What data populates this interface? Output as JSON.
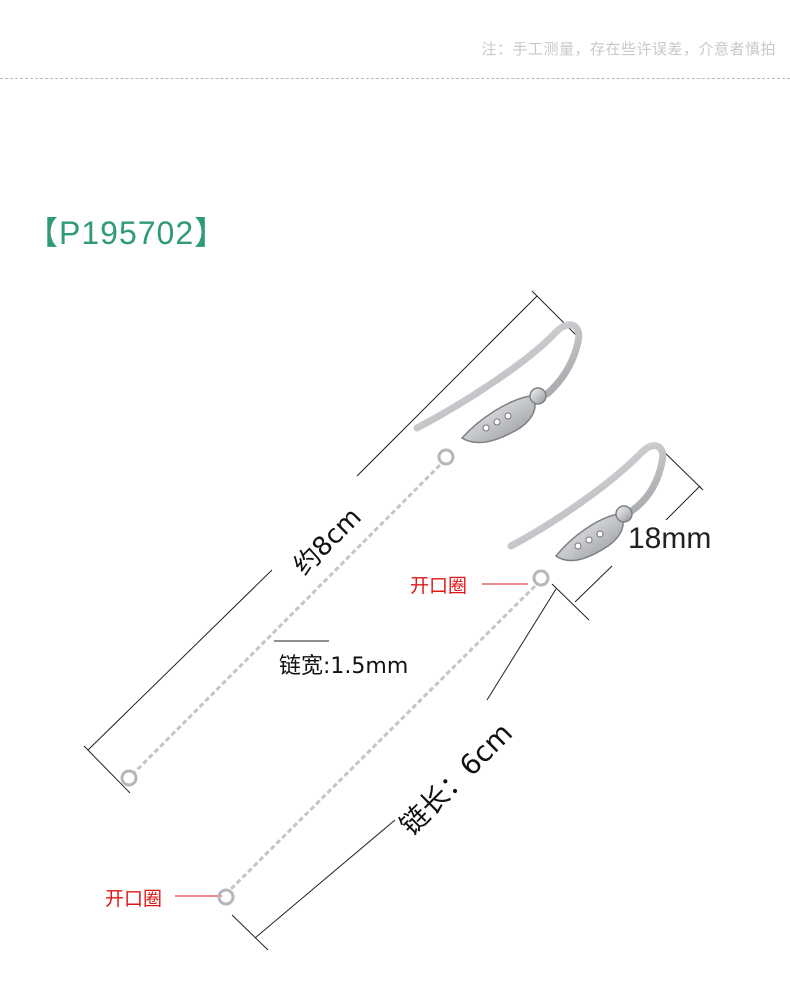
{
  "note": "注：手工测量，存在些许误差，介意者慎拍",
  "product_code": "【P195702】",
  "labels": {
    "total_length": "约8cm",
    "chain_width": "链宽:1.5mm",
    "hook_size": "18mm",
    "chain_length": "链长：6cm",
    "open_ring_top": "开口圈",
    "open_ring_bottom": "开口圈"
  },
  "colors": {
    "code": "#2f9a78",
    "callout": "#e01717",
    "note": "#c8c8c8",
    "silver": "#c7c9cc"
  }
}
